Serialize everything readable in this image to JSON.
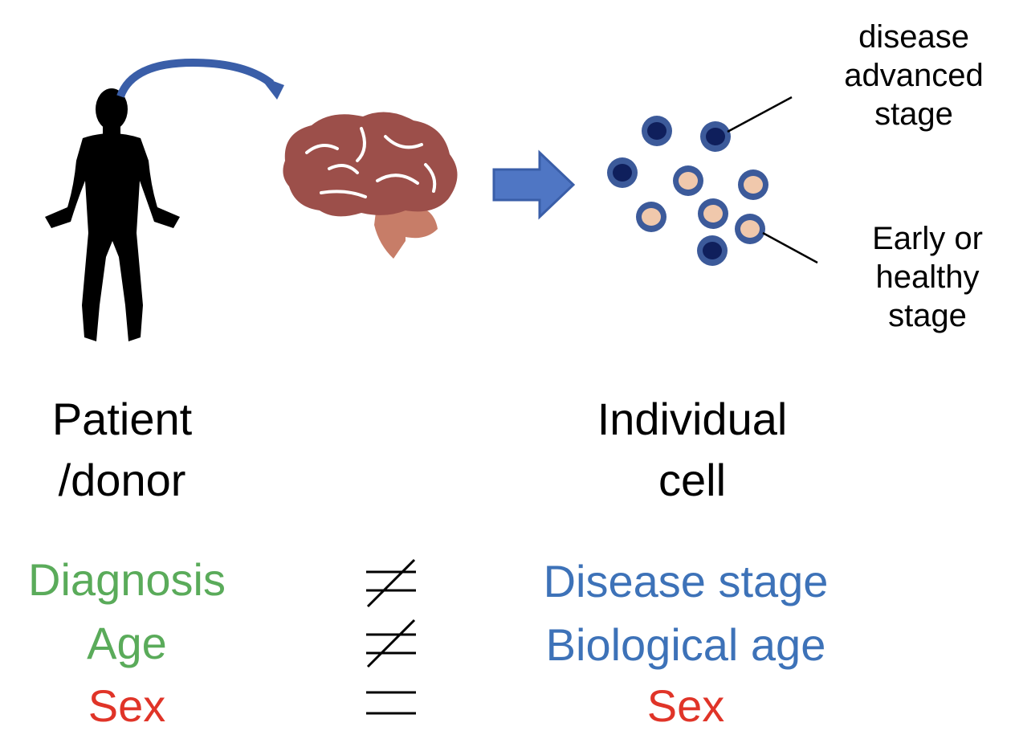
{
  "labels": {
    "advanced": [
      "disease",
      "advanced",
      "stage"
    ],
    "early": [
      "Early or",
      "healthy",
      "stage"
    ],
    "patient": [
      "Patient",
      "/donor"
    ],
    "cell": [
      "Individual",
      "cell"
    ]
  },
  "rows": [
    {
      "left": "Diagnosis",
      "relation": "not-equal",
      "right": "Disease stage",
      "left_color": "#5aab5a",
      "right_color": "#3d72b8"
    },
    {
      "left": "Age",
      "relation": "not-equal",
      "right": "Biological age",
      "left_color": "#5aab5a",
      "right_color": "#3d72b8"
    },
    {
      "left": "Sex",
      "relation": "equal",
      "right": "Sex",
      "left_color": "#e03428",
      "right_color": "#e03428"
    }
  ],
  "icons": {
    "person": "person-silhouette-icon",
    "brain": "brain-icon",
    "curved_arrow": "curved-arrow-icon",
    "block_arrow": "block-arrow-icon",
    "cells": "cell-cluster-icon"
  },
  "colors": {
    "arrow": "#3a5ea8",
    "arrow_fill": "#4f76c4",
    "brain": "#9c4f4a",
    "brainstem": "#c77d68",
    "cell_ring": "#3c5a9a",
    "cell_dark": "#0f1f5c",
    "cell_light": "#f0c8ac"
  }
}
